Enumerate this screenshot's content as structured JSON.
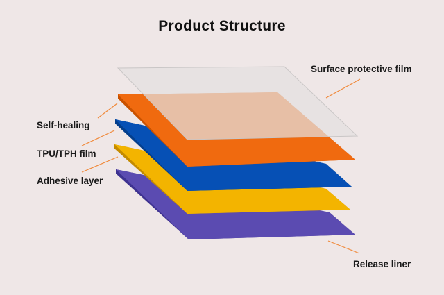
{
  "title": "Product Structure",
  "layers": [
    {
      "label": "Surface protective film",
      "color": "#d9d7d7"
    },
    {
      "label": "Self-healing",
      "color": "#f06a0f"
    },
    {
      "label": "TPU/TPH film",
      "color": "#0650b5"
    },
    {
      "label": "Adhesive layer",
      "color": "#f3b400"
    },
    {
      "label": "Release liner",
      "color": "#5b4bb1"
    }
  ],
  "leader_color": "#f08a3c"
}
